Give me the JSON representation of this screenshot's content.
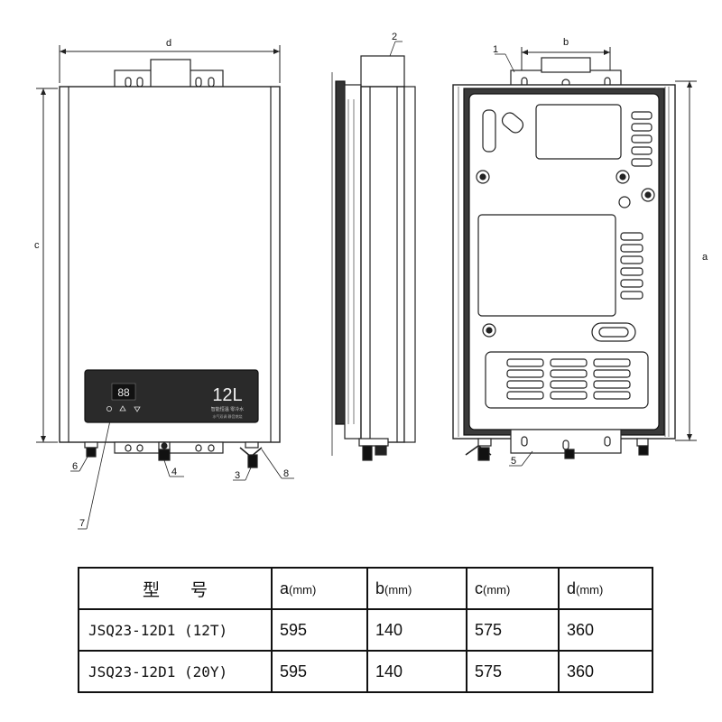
{
  "dimension_labels": {
    "a": "a",
    "b": "b",
    "c": "c",
    "d": "d"
  },
  "callouts": [
    "1",
    "2",
    "3",
    "4",
    "5",
    "6",
    "7",
    "8"
  ],
  "front_panel": {
    "display_digits": "88",
    "capacity": "12L",
    "small_text_line": "智能恒温  零冷水",
    "small_text_line2": "水气双调  静音燃烧"
  },
  "table": {
    "headers": [
      {
        "label": "型 号",
        "unit": ""
      },
      {
        "label": "a",
        "unit": "(mm)"
      },
      {
        "label": "b",
        "unit": "(mm)"
      },
      {
        "label": "c",
        "unit": "(mm)"
      },
      {
        "label": "d",
        "unit": "(mm)"
      }
    ],
    "rows": [
      {
        "model": "JSQ23-12D1 (12T)",
        "a": "595",
        "b": "140",
        "c": "575",
        "d": "360"
      },
      {
        "model": "JSQ23-12D1 (20Y)",
        "a": "595",
        "b": "140",
        "c": "575",
        "d": "360"
      }
    ]
  }
}
